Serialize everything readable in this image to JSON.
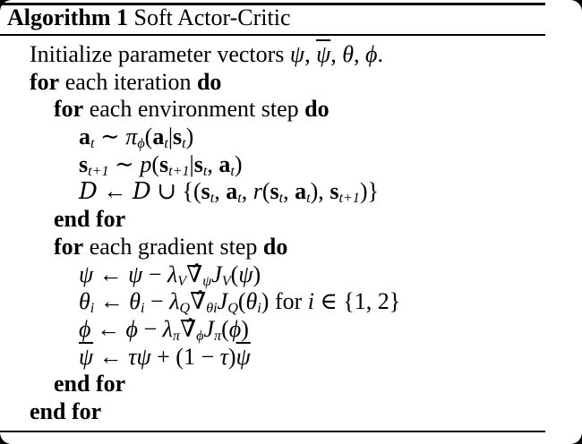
{
  "colors": {
    "text": "#000000",
    "background": "#ffffff",
    "corner_background": "#000000",
    "rule": "#000000"
  },
  "header": {
    "segments": [
      {
        "t": "Algorithm 1",
        "s": "b"
      },
      {
        "t": " Soft Actor-Critic",
        "s": "r"
      }
    ]
  },
  "algorithm": {
    "lines": [
      {
        "indent": 1,
        "name": "line-initialize",
        "segments": [
          {
            "t": "Initialize parameter vectors ",
            "s": "r"
          },
          {
            "t": "ψ",
            "s": "i"
          },
          {
            "t": ", ",
            "s": "r"
          },
          {
            "t": "ψ",
            "s": "ibar"
          },
          {
            "t": ", ",
            "s": "r"
          },
          {
            "t": "θ",
            "s": "i"
          },
          {
            "t": ", ",
            "s": "r"
          },
          {
            "t": "ϕ",
            "s": "i"
          },
          {
            "t": ".",
            "s": "r"
          }
        ]
      },
      {
        "indent": 1,
        "name": "line-for-iteration",
        "segments": [
          {
            "t": "for",
            "s": "b"
          },
          {
            "t": " each iteration ",
            "s": "r"
          },
          {
            "t": "do",
            "s": "b"
          }
        ]
      },
      {
        "indent": 2,
        "name": "line-for-environment-step",
        "segments": [
          {
            "t": "for",
            "s": "b"
          },
          {
            "t": " each environment step ",
            "s": "r"
          },
          {
            "t": "do",
            "s": "b"
          }
        ]
      },
      {
        "indent": 3,
        "name": "line-sample-action",
        "segments": [
          {
            "t": "a",
            "s": "b"
          },
          {
            "t": "t",
            "s": "isub"
          },
          {
            "t": " ∼ ",
            "s": "r"
          },
          {
            "t": "π",
            "s": "i"
          },
          {
            "t": "ϕ",
            "s": "isub"
          },
          {
            "t": "(",
            "s": "r"
          },
          {
            "t": "a",
            "s": "b"
          },
          {
            "t": "t",
            "s": "isub"
          },
          {
            "t": "|",
            "s": "r"
          },
          {
            "t": "s",
            "s": "b"
          },
          {
            "t": "t",
            "s": "isub"
          },
          {
            "t": ")",
            "s": "r"
          }
        ]
      },
      {
        "indent": 3,
        "name": "line-sample-transition",
        "segments": [
          {
            "t": "s",
            "s": "b"
          },
          {
            "t": "t+1",
            "s": "isub"
          },
          {
            "t": " ∼ ",
            "s": "r"
          },
          {
            "t": "p",
            "s": "i"
          },
          {
            "t": "(",
            "s": "r"
          },
          {
            "t": "s",
            "s": "b"
          },
          {
            "t": "t+1",
            "s": "isub"
          },
          {
            "t": "|",
            "s": "r"
          },
          {
            "t": "s",
            "s": "b"
          },
          {
            "t": "t",
            "s": "isub"
          },
          {
            "t": ", ",
            "s": "r"
          },
          {
            "t": "a",
            "s": "b"
          },
          {
            "t": "t",
            "s": "isub"
          },
          {
            "t": ")",
            "s": "r"
          }
        ]
      },
      {
        "indent": 3,
        "name": "line-replay-buffer-update",
        "segments": [
          {
            "t": "D",
            "s": "cal"
          },
          {
            "t": " ← ",
            "s": "r"
          },
          {
            "t": "D",
            "s": "cal"
          },
          {
            "t": " ∪ {(",
            "s": "r"
          },
          {
            "t": "s",
            "s": "b"
          },
          {
            "t": "t",
            "s": "isub"
          },
          {
            "t": ", ",
            "s": "r"
          },
          {
            "t": "a",
            "s": "b"
          },
          {
            "t": "t",
            "s": "isub"
          },
          {
            "t": ", ",
            "s": "r"
          },
          {
            "t": "r",
            "s": "i"
          },
          {
            "t": "(",
            "s": "r"
          },
          {
            "t": "s",
            "s": "b"
          },
          {
            "t": "t",
            "s": "isub"
          },
          {
            "t": ", ",
            "s": "r"
          },
          {
            "t": "a",
            "s": "b"
          },
          {
            "t": "t",
            "s": "isub"
          },
          {
            "t": "), ",
            "s": "r"
          },
          {
            "t": "s",
            "s": "b"
          },
          {
            "t": "t+1",
            "s": "isub"
          },
          {
            "t": ")}",
            "s": "r"
          }
        ]
      },
      {
        "indent": 2,
        "name": "line-end-for-environment",
        "segments": [
          {
            "t": "end for",
            "s": "b"
          }
        ]
      },
      {
        "indent": 2,
        "name": "line-for-gradient-step",
        "segments": [
          {
            "t": "for",
            "s": "b"
          },
          {
            "t": " each gradient step ",
            "s": "r"
          },
          {
            "t": "do",
            "s": "b"
          }
        ]
      },
      {
        "indent": 3,
        "name": "line-value-update",
        "segments": [
          {
            "t": "ψ",
            "s": "i"
          },
          {
            "t": " ← ",
            "s": "r"
          },
          {
            "t": "ψ",
            "s": "i"
          },
          {
            "t": " − ",
            "s": "r"
          },
          {
            "t": "λ",
            "s": "i"
          },
          {
            "t": "V",
            "s": "isub"
          },
          {
            "t": "∇̂",
            "s": "r"
          },
          {
            "t": "ψ",
            "s": "isub"
          },
          {
            "t": "J",
            "s": "i"
          },
          {
            "t": "V",
            "s": "isub"
          },
          {
            "t": "(",
            "s": "r"
          },
          {
            "t": "ψ",
            "s": "i"
          },
          {
            "t": ")",
            "s": "r"
          }
        ]
      },
      {
        "indent": 3,
        "name": "line-q-update",
        "segments": [
          {
            "t": "θ",
            "s": "i"
          },
          {
            "t": "i",
            "s": "isub"
          },
          {
            "t": " ← ",
            "s": "r"
          },
          {
            "t": "θ",
            "s": "i"
          },
          {
            "t": "i",
            "s": "isub"
          },
          {
            "t": " − ",
            "s": "r"
          },
          {
            "t": "λ",
            "s": "i"
          },
          {
            "t": "Q",
            "s": "isub"
          },
          {
            "t": "∇̂",
            "s": "r"
          },
          {
            "t": "θi",
            "s": "isub"
          },
          {
            "t": "J",
            "s": "i"
          },
          {
            "t": "Q",
            "s": "isub"
          },
          {
            "t": "(",
            "s": "r"
          },
          {
            "t": "θ",
            "s": "i"
          },
          {
            "t": "i",
            "s": "isub"
          },
          {
            "t": ") for ",
            "s": "r"
          },
          {
            "t": "i",
            "s": "i"
          },
          {
            "t": " ∈ {1, 2}",
            "s": "r"
          }
        ]
      },
      {
        "indent": 3,
        "name": "line-policy-update",
        "segments": [
          {
            "t": "ϕ",
            "s": "i"
          },
          {
            "t": " ← ",
            "s": "r"
          },
          {
            "t": "ϕ",
            "s": "i"
          },
          {
            "t": " − ",
            "s": "r"
          },
          {
            "t": "λ",
            "s": "i"
          },
          {
            "t": "π",
            "s": "isub"
          },
          {
            "t": "∇̂",
            "s": "r"
          },
          {
            "t": "ϕ",
            "s": "isub"
          },
          {
            "t": "J",
            "s": "i"
          },
          {
            "t": "π",
            "s": "isub"
          },
          {
            "t": "(",
            "s": "r"
          },
          {
            "t": "ϕ",
            "s": "i"
          },
          {
            "t": ")",
            "s": "r"
          }
        ]
      },
      {
        "indent": 3,
        "name": "line-target-update",
        "segments": [
          {
            "t": "ψ",
            "s": "ibar"
          },
          {
            "t": " ← ",
            "s": "r"
          },
          {
            "t": "τ",
            "s": "i"
          },
          {
            "t": "ψ",
            "s": "i"
          },
          {
            "t": " + (1 − ",
            "s": "r"
          },
          {
            "t": "τ",
            "s": "i"
          },
          {
            "t": ")",
            "s": "r"
          },
          {
            "t": "ψ",
            "s": "ibar"
          }
        ]
      },
      {
        "indent": 2,
        "name": "line-end-for-gradient",
        "segments": [
          {
            "t": "end for",
            "s": "b"
          }
        ]
      },
      {
        "indent": 1,
        "name": "line-end-for-iteration",
        "segments": [
          {
            "t": "end for",
            "s": "b"
          }
        ]
      }
    ]
  }
}
